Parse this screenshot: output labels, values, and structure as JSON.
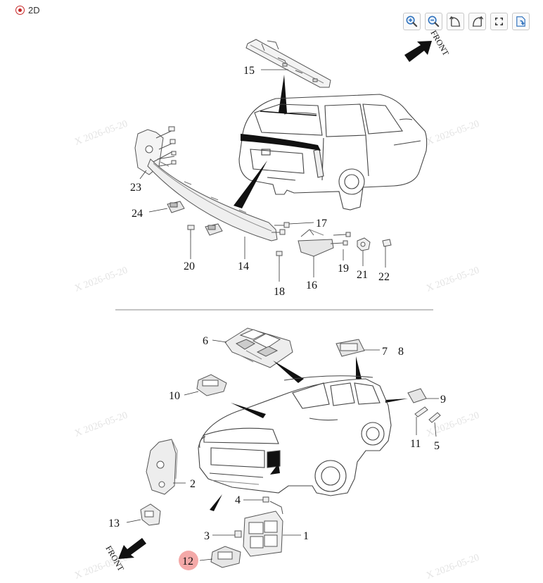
{
  "view_mode": {
    "label": "2D",
    "selected": true
  },
  "toolbar": {
    "buttons": [
      {
        "name": "zoom-in",
        "icon": "zoom-in-icon"
      },
      {
        "name": "zoom-out",
        "icon": "zoom-out-icon"
      },
      {
        "name": "rotate-left",
        "icon": "rotate-left-icon"
      },
      {
        "name": "rotate-right",
        "icon": "rotate-right-icon"
      },
      {
        "name": "fit-screen",
        "icon": "fit-screen-icon"
      },
      {
        "name": "reset",
        "icon": "reset-icon"
      }
    ]
  },
  "diagram": {
    "front_label": "FRONT",
    "watermark": "X  2026-05-20",
    "highlight_color": "#f4a9a8",
    "callouts": {
      "c1": "1",
      "c2": "2",
      "c3": "3",
      "c4": "4",
      "c5": "5",
      "c6": "6",
      "c7": "7",
      "c8": "8",
      "c9": "9",
      "c10": "10",
      "c11": "11",
      "c12": "12",
      "c13": "13",
      "c14": "14",
      "c15": "15",
      "c16": "16",
      "c17": "17",
      "c18": "18",
      "c19": "19",
      "c20": "20",
      "c21": "21",
      "c22": "22",
      "c23": "23",
      "c24": "24"
    },
    "selected_callout": "12"
  }
}
